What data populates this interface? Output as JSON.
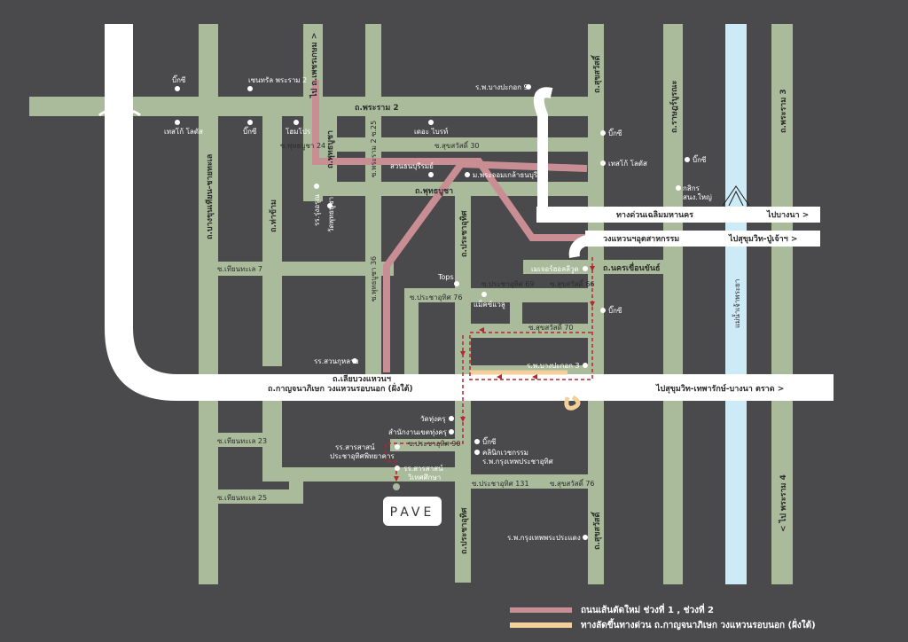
{
  "colors": {
    "background": "#4a494b",
    "road": "#a9bb9b",
    "main_road": "#ffffff",
    "river": "#cdeaf7",
    "new_road": "#c98e94",
    "expressway_link": "#f4cf9b",
    "route": "#b5262e"
  },
  "roads": {
    "rama2": "ถ.พระราม 2",
    "rama3": "ถ.พระราม 3",
    "rama4": "< ไป พระราม 4",
    "phetkasem": "ไป ถ.เพชรเกษม >",
    "bang_khun_thian": "ถ.บางขุนเทียน-ชายทะเล",
    "tha_kham": "ถ.ท่าข้าม",
    "phutthabucha_v": "ถ.พุทธบูชา",
    "phutthabucha_h": "ถ.พุทธบูชา",
    "pracha_uthit_upper": "ถ.ประชาอุทิศ",
    "pracha_uthit_lower": "ถ.ประชาอุทิศ",
    "suksawat_upper": "ถ.สุขสวัสดิ์",
    "suksawat_lower": "ถ.สุขสวัสดิ์",
    "rat_burana": "ถ.ราษฎร์บูรณะ",
    "nakhon_khuean_khan": "ถ.นครเขื่อนขันธ์",
    "liap_wongwaen": "ถ.เลียบวงแหวนฯ",
    "kanchanaphisek": "ถ.กาญจนาภิเษก วงแหวนรอบนอก (ฝั่งใต้)",
    "to_sukhumvit": "ไปสุขุมวิท-เทพารักษ์-บางนา ตราด  >",
    "expressway": "ทางด่วนเฉลิมมหานคร",
    "to_bangna": "ไปบางนา  >",
    "industrial_ring": "วงแหวนฯอุตสาหกรรม",
    "to_sukhumvit_pu": "ไปสุขุมวิท-ปู่เจ้าฯ  >",
    "river": "แม่น้ำเจ้าพระยา",
    "soi_suksawat30": "ซ.สุขสวัสดิ์ 30",
    "soi_phutthabucha24": "ซ.พุทธบูชา 24",
    "soi_rama2_25": "ซ.พระราม 2 ซ.25",
    "soi_phutthabucha36": "ซ.พุทธบูชา 36",
    "soi_thianthale7": "ซ.เทียนทะเล 7",
    "soi_thianthale23": "ซ.เทียนทะเล 23",
    "soi_thianthale25": "ซ.เทียนทะเล 25",
    "soi_prachauthit69": "ซ.ประชาอุทิศ 69",
    "soi_suksawat66": "ซ.สุขสวัสดิ์ 66",
    "soi_prachauthit76": "ซ.ประชาอุทิศ 76",
    "soi_suksawat70": "ซ.สุขสวัสดิ์ 70",
    "soi_prachauthit90": "ซ.ประชาอุทิศ 90",
    "soi_prachauthit131": "ซ.ประชาอุทิศ 131",
    "soi_suksawat76": "ซ.สุขสวัสดิ์ 76"
  },
  "landmarks": {
    "bigc_1": "บิ๊กซี",
    "central_rama2": "เซนทรัล พระราม 2",
    "bangpakok9": "ร.พ.บางปะกอก 9",
    "tesco_1": "เทสโก้ โลตัส",
    "bigc_2": "บิ๊กซี",
    "homepro": "โฮมโปร",
    "the_bright": "เดอะ ไบรท์",
    "bigc_3": "บิ๊กซี",
    "tesco_2": "เทสโก้ โลตัส",
    "bigc_4": "บิ๊กซี",
    "suanthon": "สวนธนบุรีรมย์",
    "kmutt": "ม.พระจอมเกล้าธนบุรี",
    "rungrueang": "รร.รุ่งอรุณ",
    "wat_phutthabucha": "วัดพุทธบูชา",
    "kasikorn": "กสิกร",
    "kasikorn2": "สนง.ใหญ่",
    "tops": "Tops",
    "mega_wellness": "เมเจอร์ฮอลลีวูด",
    "makro": "แม็คซ์แวลู",
    "bigc_5": "บิ๊กซี",
    "suan_kulap": "รร.สวนกุหลาบ",
    "bangpakok3": "ร.พ.บางปะกอก 3",
    "wat_thung_khru": "วัดทุ่งครุ",
    "thung_khru_office": "สำนักงานเขตทุ่งครุ",
    "bigc_6": "บิ๊กซี",
    "clinic": "คลินิกเวชกรรม",
    "clinic2": "ร.พ.กรุงเทพประชาอุทิศ",
    "school_pracha1": "รร.สารสาสน์",
    "school_pracha1b": "ประชาอุทิศพิทยาคาร",
    "school_witet1": "รร.สารสาสน์",
    "school_witet1b": "วิเทศศึกษา",
    "hospital_pradaeng": "ร.พ.กรุงเทพพระประแดง"
  },
  "destination": "PAVE",
  "legend": {
    "new_road": "ถนนเส้นตัดใหม่ ช่วงที่ 1 , ช่วงที่ 2",
    "expressway_link": "ทางลัดขึ้นทางด่วน ถ.กาญจนาภิเษก วงแหวนรอบนอก (ฝั่งใต้)"
  }
}
